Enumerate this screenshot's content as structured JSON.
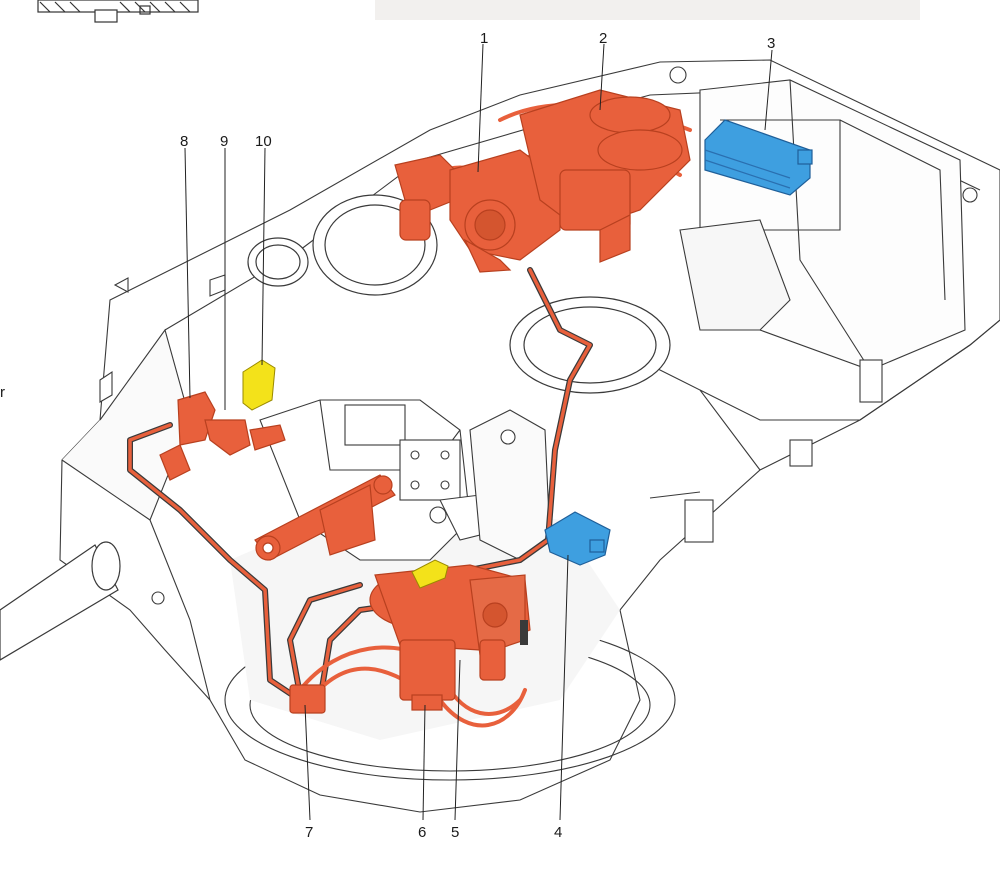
{
  "callouts": {
    "c1": "1",
    "c2": "2",
    "c3": "3",
    "c4": "4",
    "c5": "5",
    "c6": "6",
    "c7": "7",
    "c8": "8",
    "c9": "9",
    "c10": "10"
  },
  "colors": {
    "hydraulic": "#e8603c",
    "hydraulic_dark": "#b8401f",
    "electrical": "#3e9fe0",
    "sensor": "#f3e21a",
    "line": "#333333",
    "hull": "#ffffff"
  }
}
